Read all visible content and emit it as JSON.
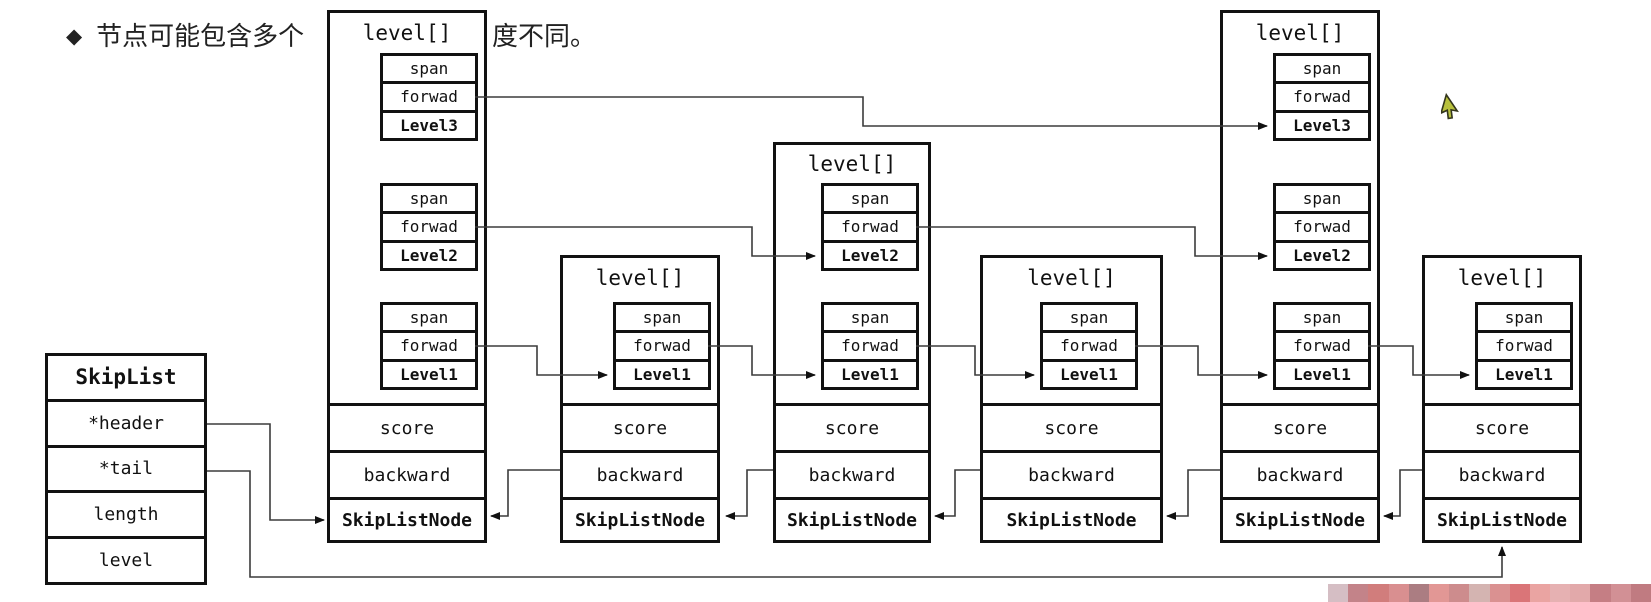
{
  "bullet": {
    "marker": "◆",
    "text_before": "节点可能包含多个",
    "text_after": "度不同。"
  },
  "skiplist": {
    "title": "SkipList",
    "fields": [
      "*header",
      "*tail",
      "length",
      "level"
    ]
  },
  "nodes": [
    {
      "title": "level[]",
      "levels": [
        {
          "span": "span",
          "forward": "forwad",
          "label": "Level3"
        },
        {
          "span": "span",
          "forward": "forwad",
          "label": "Level2"
        },
        {
          "span": "span",
          "forward": "forwad",
          "label": "Level1"
        }
      ],
      "score": "score",
      "backward": "backward",
      "footer": "SkipListNode"
    },
    {
      "title": "level[]",
      "levels": [
        {
          "span": "span",
          "forward": "forwad",
          "label": "Level1"
        }
      ],
      "score": "score",
      "backward": "backward",
      "footer": "SkipListNode"
    },
    {
      "title": "level[]",
      "levels": [
        {
          "span": "span",
          "forward": "forwad",
          "label": "Level2"
        },
        {
          "span": "span",
          "forward": "forwad",
          "label": "Level1"
        }
      ],
      "score": "score",
      "backward": "backward",
      "footer": "SkipListNode"
    },
    {
      "title": "level[]",
      "levels": [
        {
          "span": "span",
          "forward": "forwad",
          "label": "Level1"
        }
      ],
      "score": "score",
      "backward": "backward",
      "footer": "SkipListNode"
    },
    {
      "title": "level[]",
      "levels": [
        {
          "span": "span",
          "forward": "forwad",
          "label": "Level3"
        },
        {
          "span": "span",
          "forward": "forwad",
          "label": "Level2"
        },
        {
          "span": "span",
          "forward": "forwad",
          "label": "Level1"
        }
      ],
      "score": "score",
      "backward": "backward",
      "footer": "SkipListNode"
    },
    {
      "title": "level[]",
      "levels": [
        {
          "span": "span",
          "forward": "forwad",
          "label": "Level1"
        }
      ],
      "score": "score",
      "backward": "backward",
      "footer": "SkipListNode"
    }
  ],
  "cursor": {
    "color": "#b8c13c"
  },
  "mosaic": {
    "colors": [
      "#d5bec4",
      "#c38389",
      "#d17d7c",
      "#d98f90",
      "#ab7d82",
      "#e29795",
      "#cd8c8d",
      "#d4b4b1",
      "#da9191",
      "#da7578",
      "#eaa4a2",
      "#e6b1b2",
      "#e2a9aa",
      "#c57e84",
      "#d29095",
      "#c07b81"
    ]
  }
}
